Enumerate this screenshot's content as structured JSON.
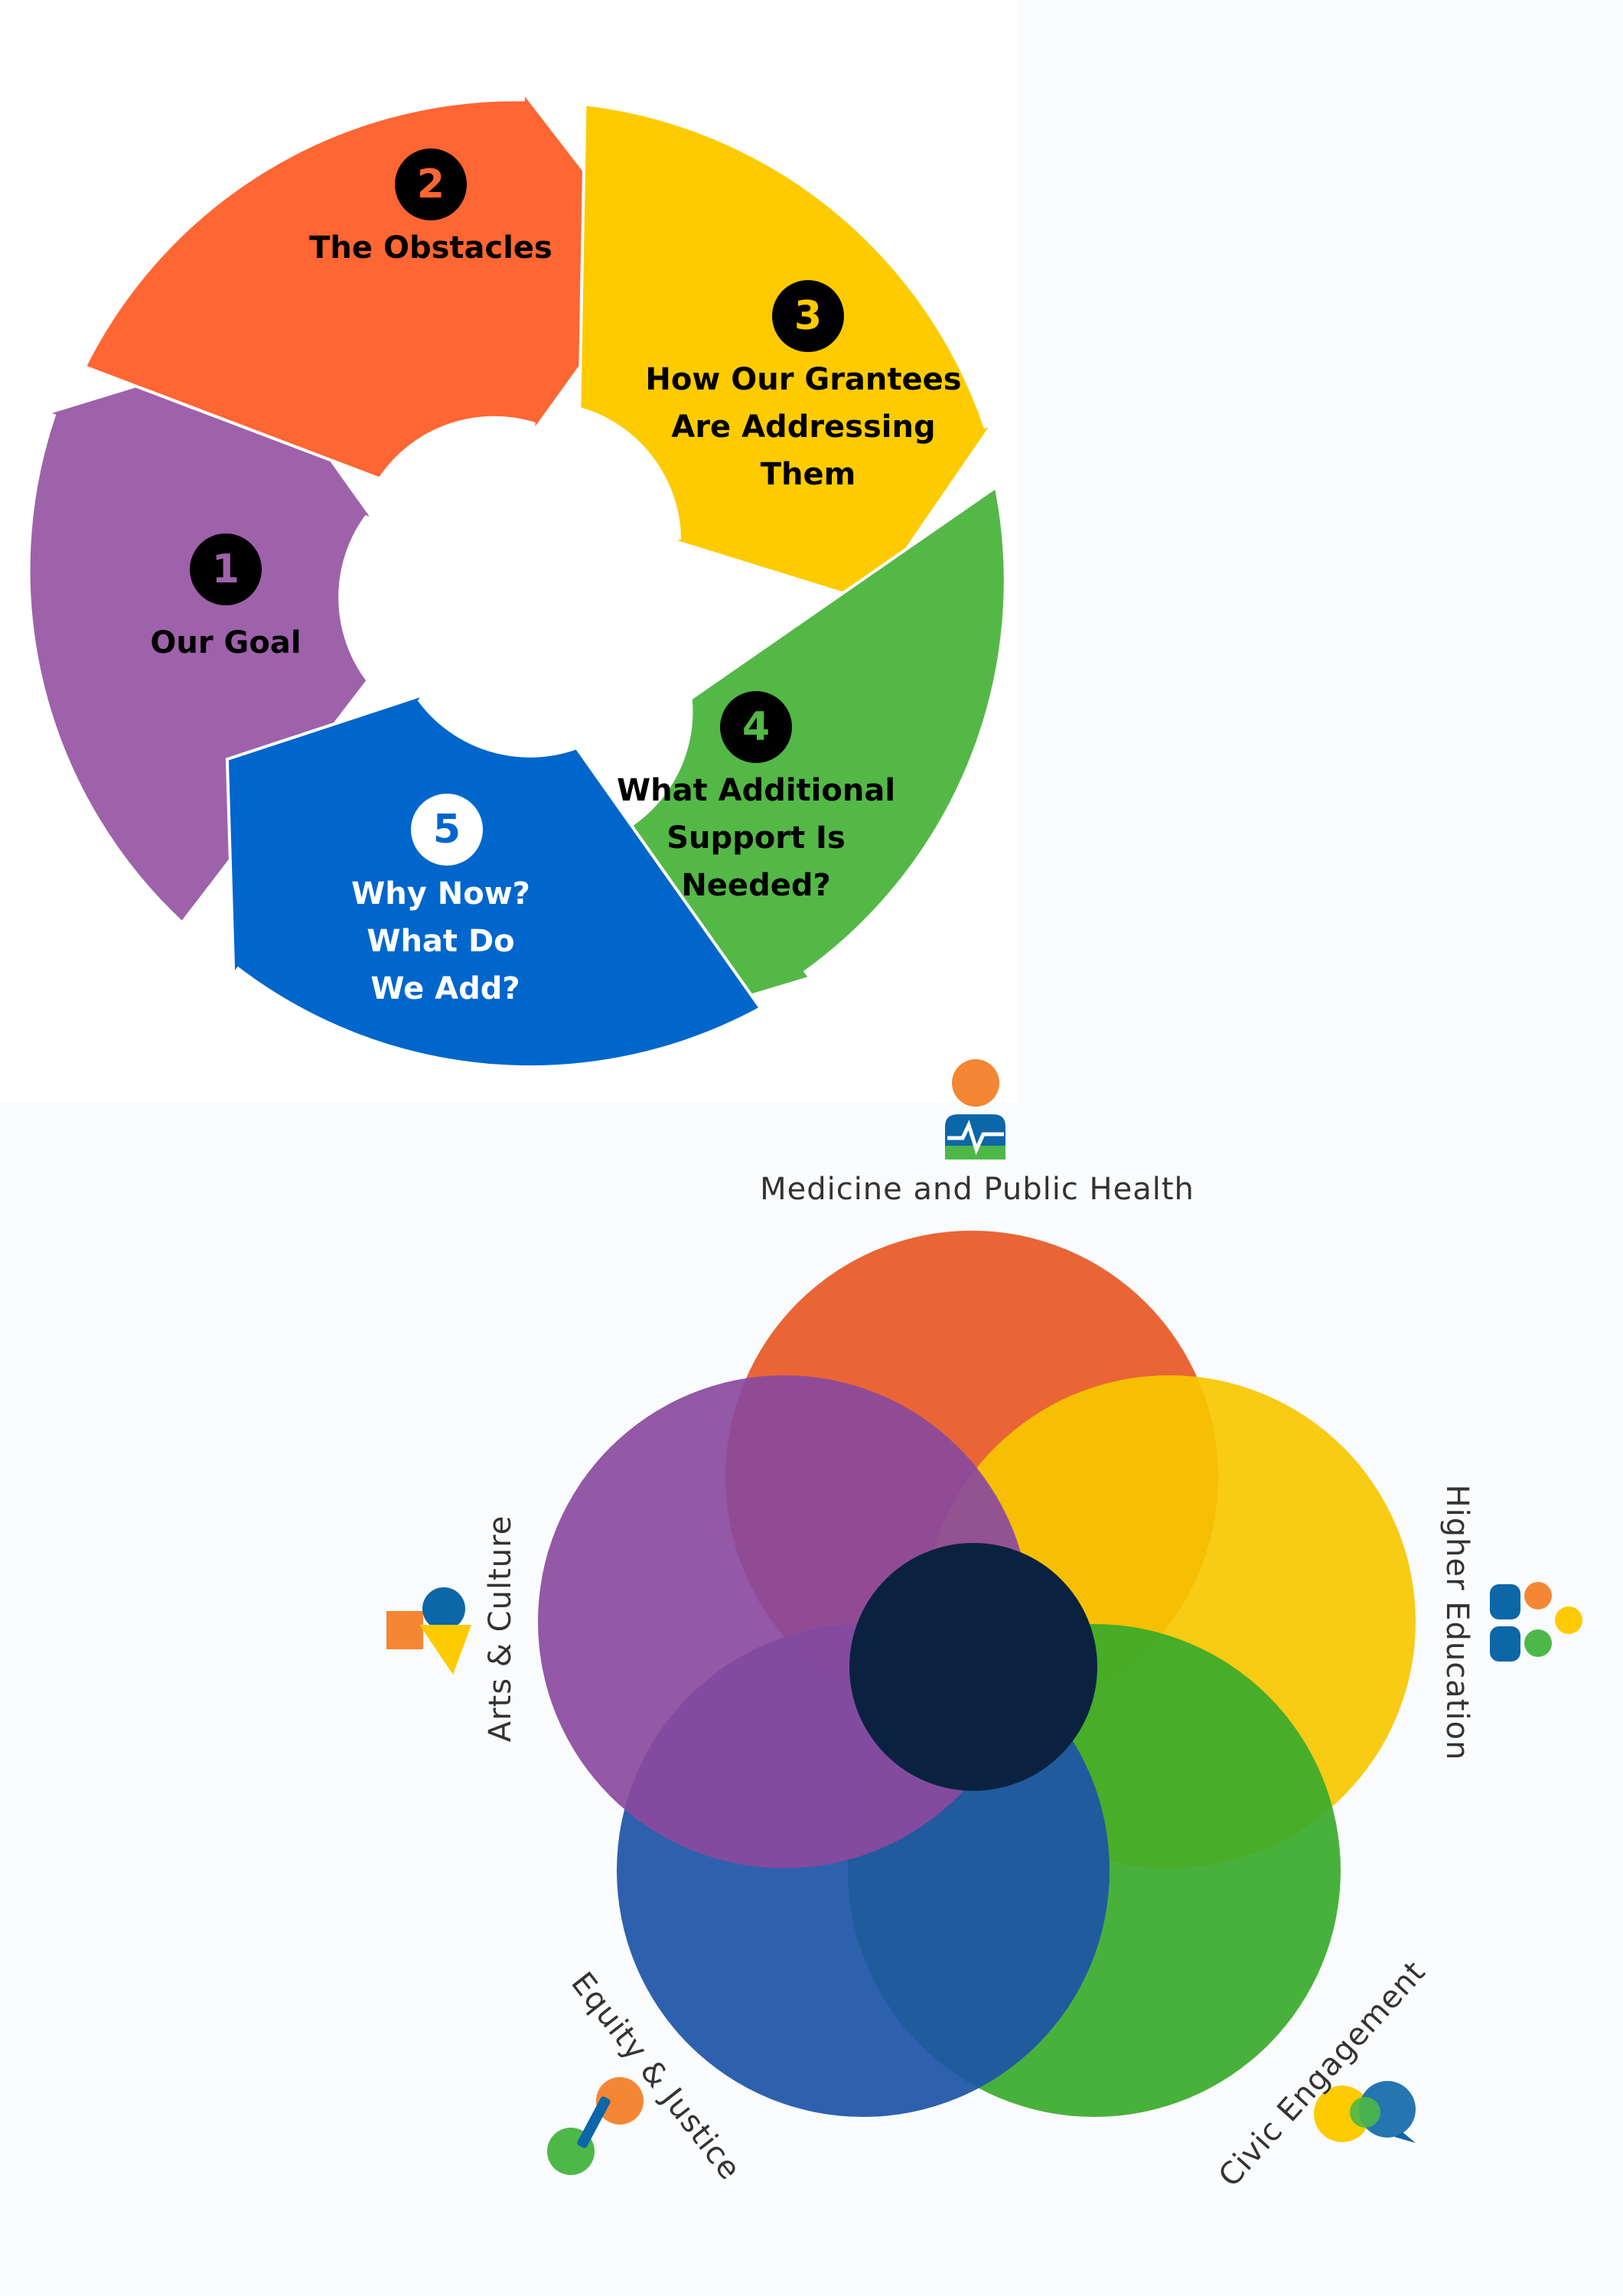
{
  "cycle": {
    "steps": [
      {
        "number": "1",
        "lines": [
          "Our Goal"
        ],
        "color": "#9e62aa"
      },
      {
        "number": "2",
        "lines": [
          "The Obstacles"
        ],
        "color": "#fe6633"
      },
      {
        "number": "3",
        "lines": [
          "How Our Grantees",
          "Are Addressing",
          "Them"
        ],
        "color": "#fecb00"
      },
      {
        "number": "4",
        "lines": [
          "What Additional",
          "Support Is",
          "Needed?"
        ],
        "color": "#54b847"
      },
      {
        "number": "5",
        "lines": [
          "Why Now?",
          "What Do",
          "We Add?"
        ],
        "color": "#0066cc"
      }
    ]
  },
  "venn": {
    "areas": [
      {
        "label": "Medicine and Public Health",
        "color": "#ee5a24",
        "icon": "person-heartbeat-icon"
      },
      {
        "label": "Higher Education",
        "color": "#fecb00",
        "icon": "blocks-and-dots-icon"
      },
      {
        "label": "Civic Engagement",
        "color": "#3aae2a",
        "icon": "speech-bubbles-icon"
      },
      {
        "label": "Equity & Justice",
        "color": "#1d55a8",
        "icon": "dots-and-bar-icon"
      },
      {
        "label": "Arts & Culture",
        "color": "#8e4b9f",
        "icon": "shapes-icon"
      }
    ],
    "center_color": "#0a2240"
  }
}
